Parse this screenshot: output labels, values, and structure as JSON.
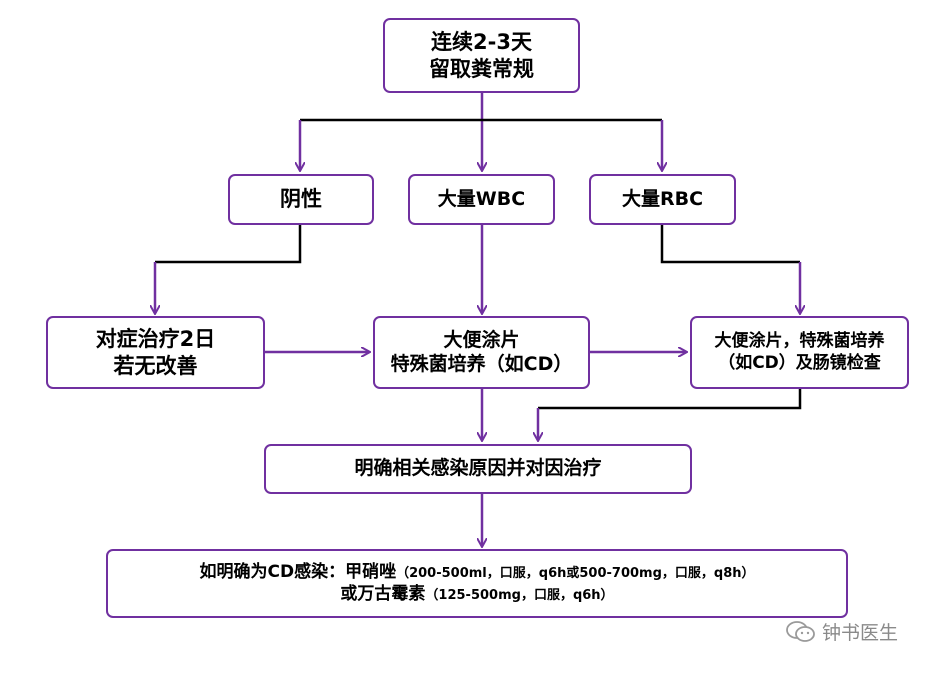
{
  "nodes": {
    "stool": {
      "line1": "连续2-3天",
      "line2": "留取粪常规"
    },
    "negative": {
      "label": "阴性"
    },
    "wbc": {
      "label": "大量WBC"
    },
    "rbc": {
      "label": "大量RBC"
    },
    "symptomatic": {
      "line1": "对症治疗2日",
      "line2": "若无改善"
    },
    "smear": {
      "line1": "大便涂片",
      "line2": "特殊菌培养（如CD）"
    },
    "smear_scope": {
      "line1": "大便涂片，特殊菌培养",
      "line2": "（如CD）及肠镜检查"
    },
    "identify": {
      "label": "明确相关感染原因并对因治疗"
    },
    "cd_treatment": {
      "line1_main": "如明确为CD感染：甲硝唑",
      "line1_detail": "（200-500ml，口服，q6h或500-700mg，口服，q8h）",
      "line2_main": "或万古霉素",
      "line2_detail": "（125-500mg，口服，q6h）"
    }
  },
  "watermark": {
    "text": "钟书医生"
  },
  "colors": {
    "border": "#7030a0",
    "arrow": "#7030a0",
    "connector": "#000000",
    "watermark": "#8a8a8a"
  }
}
